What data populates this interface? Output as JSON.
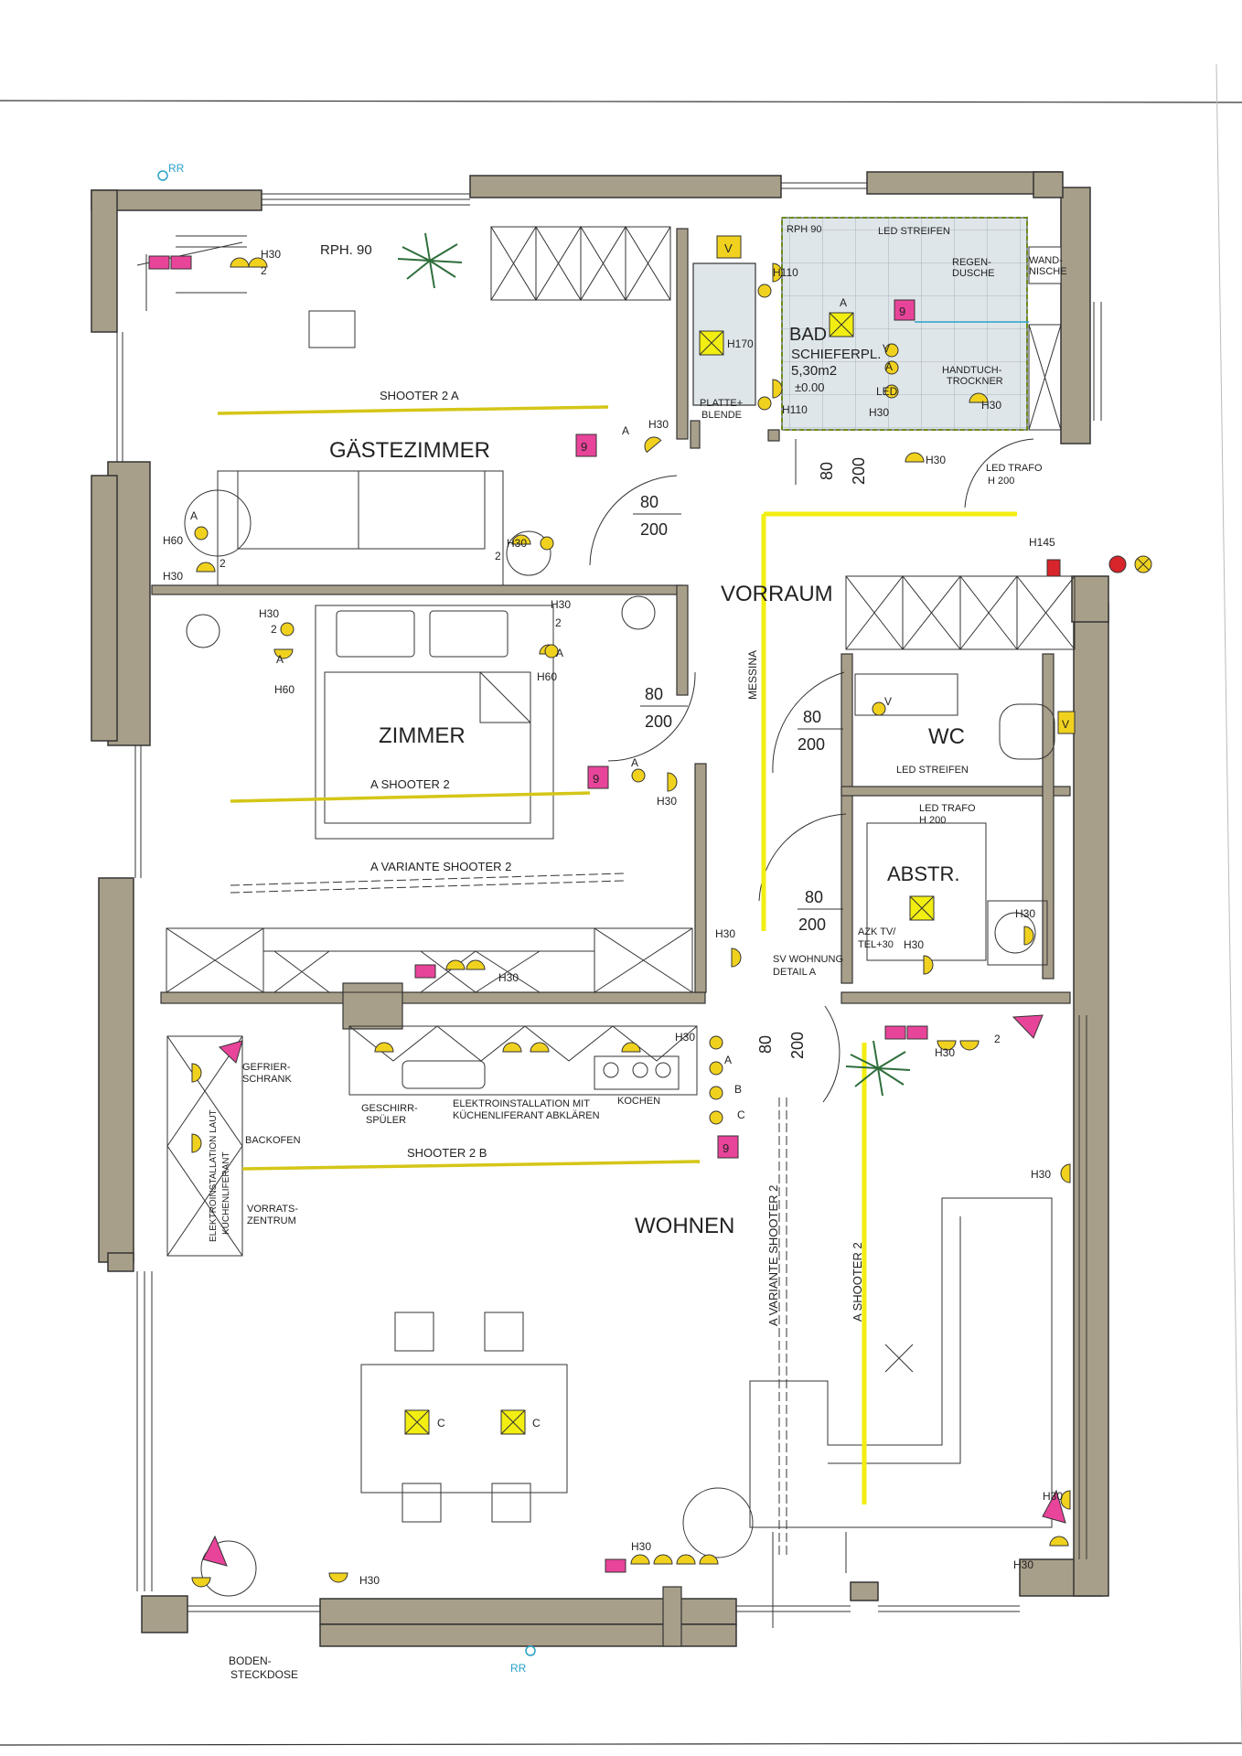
{
  "colors": {
    "wall": "#a89f8a",
    "wall_stroke": "#333333",
    "lighting": "#f2ee12",
    "switch": "#f0d21e",
    "socket_pink": "#e8449a",
    "bath_fill": "#dfe6ea",
    "markers": "#2aa0c8",
    "red": "#d8242b"
  },
  "markers": {
    "top_rr": "RR",
    "bottom_rr": "RR"
  },
  "rooms": {
    "gastezimmer": "GÄSTEZIMMER",
    "zimmer": "ZIMMER",
    "vorraum": "VORRAUM",
    "wohnen": "WOHNEN",
    "bad": "BAD",
    "bad_surface": "SCHIEFERPL.",
    "bad_area": "5,30m2",
    "bad_level": "±0.00",
    "wc": "WC",
    "abstr": "ABSTR."
  },
  "labels": {
    "rph_90": "RPH. 90",
    "rph_90_bad": "RPH 90",
    "led_streifen_bad": "LED STREIFEN",
    "regendusche_1": "REGEN-",
    "regendusche_2": "DUSCHE",
    "wandnische_1": "WAND-",
    "wandnische_2": "NISCHE",
    "handtuch_1": "HANDTUCH-",
    "handtuch_2": "TROCKNER",
    "platte_1": "PLATTE+",
    "platte_2": "BLENDE",
    "shooter_gaeste": "SHOOTER 2      A",
    "shooter_zimmer": "A    SHOOTER 2",
    "variante_zimmer": "A    VARIANTE SHOOTER 2",
    "shooter_wohnen": "SHOOTER 2      B",
    "variante_wohnen": "A    VARIANTE SHOOTER 2",
    "shooter_wohnen_v": "A    SHOOTER 2",
    "messina": "MESSINA",
    "led_trafo_a_1": "LED TRAFO",
    "led_trafo_a_2": "H 200",
    "led_trafo_b_1": "LED TRAFO",
    "led_trafo_b_2": "H 200",
    "led_streifen_wc": "LED STREIFEN",
    "azk_1": "AZK TV/",
    "azk_2": "TEL+30",
    "sv_1": "SV WOHNUNG",
    "sv_2": "DETAIL A",
    "gefrier_1": "GEFRIER-",
    "gefrier_2": "SCHRANK",
    "backofen": "BACKOFEN",
    "vorrats_1": "VORRATS-",
    "vorrats_2": "ZENTRUM",
    "elektro_v_1": "ELEKTROINSTALLATION LAUT",
    "elektro_v_2": "KÜCHENLIFERANT",
    "geschirr_1": "GESCHIRR-",
    "geschirr_2": "SPÜLER",
    "elektro_h_1": "ELEKTROINSTALLATION MIT",
    "elektro_h_2": "KÜCHENLIFERANT ABKLÄREN",
    "kochen": "KOCHEN",
    "boden_1": "BODEN-",
    "boden_2": "STECKDOSE",
    "door_w": "80",
    "door_h": "200",
    "h30": "H30",
    "h60": "H60",
    "h110": "H110",
    "h170": "H170",
    "h145": "H145",
    "a": "A",
    "b": "B",
    "c": "C",
    "v": "V",
    "led": "LED",
    "two": "2",
    "nine": "9"
  }
}
